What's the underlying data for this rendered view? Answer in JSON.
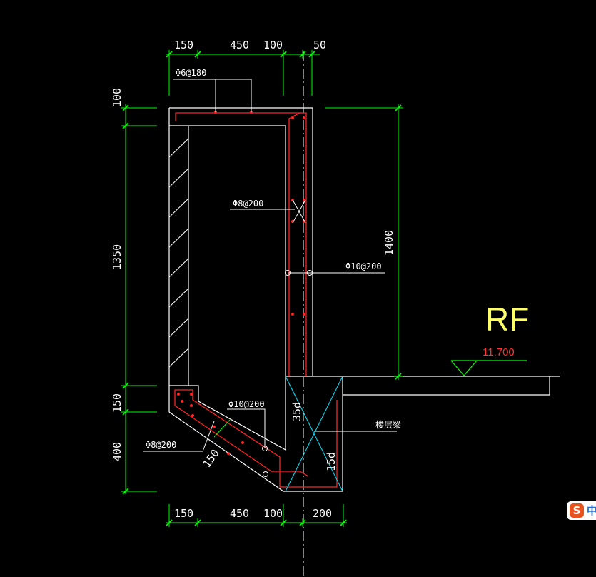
{
  "drawing": {
    "top_dims": [
      "150",
      "450",
      "100",
      "50"
    ],
    "bottom_dims": [
      "150",
      "450",
      "100",
      "200"
    ],
    "left_dims": [
      "100",
      "1350",
      "150",
      "400"
    ],
    "right_dim": "1400",
    "slab_thickness": "150",
    "rebar_labels": {
      "top": "Φ6@180",
      "stirrup_wall": "Φ8@200",
      "main_wall": "Φ10@200",
      "slope_main": "Φ10@200",
      "slope_dist": "Φ8@200"
    },
    "anchorage": [
      "35d",
      "15d"
    ],
    "beam_label": "楼层梁",
    "level_name": "RF",
    "elevation": "11.700"
  },
  "colors": {
    "background": "#000000",
    "outline": "#ffffff",
    "dimension": "#00ff00",
    "rebar": "#ff2222",
    "diagonal": "#00e5ff",
    "level_name": "#ffff66",
    "elevation": "#ff3333"
  },
  "ime": {
    "logo": "S",
    "char": "中"
  }
}
